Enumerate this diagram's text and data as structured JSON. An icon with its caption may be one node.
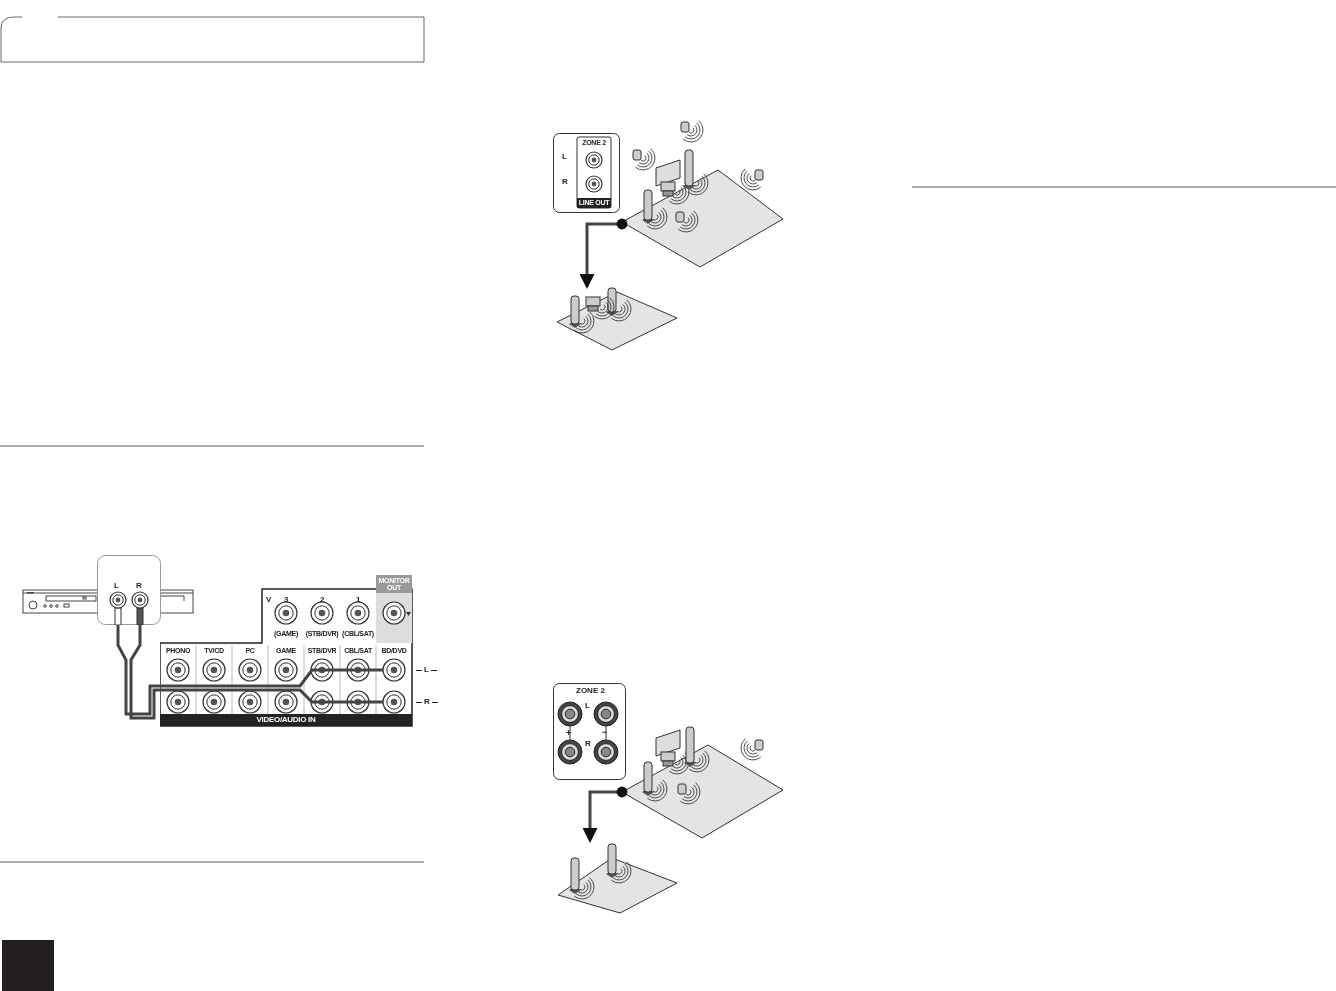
{
  "diagram": {
    "nodes": [
      {
        "text": [
          "L",
          "R"
        ]
      },
      {
        "text": [
          "MONITOR OUT",
          "V",
          "3",
          "2",
          "1",
          "(GAME)",
          "(STB/DVR)",
          "(CBL/SAT)",
          "PHONO",
          "TV/CD",
          "PC",
          "GAME",
          "STB/DVR",
          "CBL/SAT",
          "BD/DVD",
          "VIDEO/AUDIO IN"
        ]
      },
      {
        "text": [
          "ZONE 2",
          "L",
          "R",
          "LINE OUT"
        ]
      },
      {
        "text": [],
        "shape": "picture"
      },
      {
        "text": [],
        "shape": "picture"
      },
      {
        "text": [
          "ZONE 2",
          "L",
          "+",
          "−",
          "R"
        ]
      },
      {
        "text": [],
        "shape": "picture"
      },
      {
        "text": [],
        "shape": "picture"
      }
    ],
    "edges": [
      {
        "from": 0,
        "to": 1,
        "arrow": "none"
      },
      {
        "from": 0,
        "to": 1,
        "arrow": "none"
      },
      {
        "from": 3,
        "to": 4,
        "arrow": "to"
      },
      {
        "from": 6,
        "to": 7,
        "arrow": "to"
      }
    ],
    "labels": [
      "L",
      "R"
    ]
  }
}
